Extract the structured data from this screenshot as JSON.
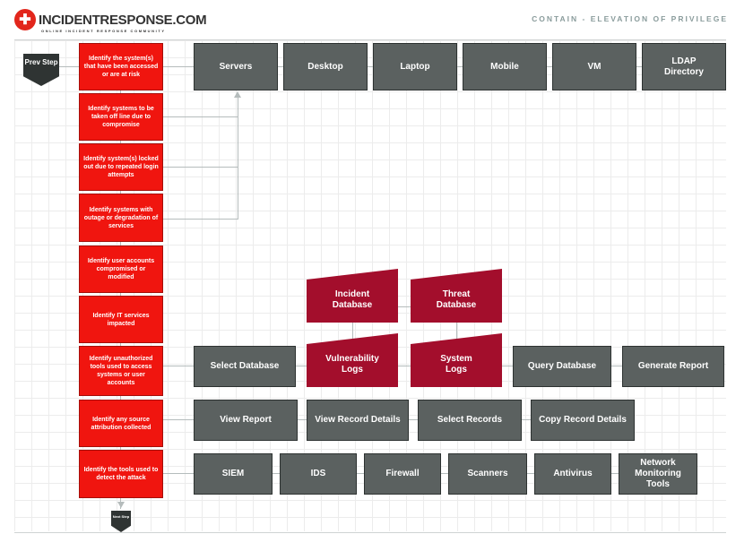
{
  "header": {
    "logo_mark": "✚",
    "logo_name": "INCIDENTRESPONSE.COM",
    "logo_tagline": "ONLINE INCIDENT RESPONSE COMMUNITY",
    "title": "CONTAIN - ELEVATION OF PRIVILEGE"
  },
  "nav": {
    "prev": "Prev Step",
    "next": "Next Step"
  },
  "steps": [
    "Identify the system(s) that have been accessed or are at risk",
    "Identify systems to be taken off line due to compromise",
    "Identify system(s) locked out due to repeated login attempts",
    "Identify  systems with outage or degradation of services",
    "Identify user accounts compromised or modified",
    "Identify IT services impacted",
    "Identify unauthorized tools used to access systems or user accounts",
    "Identify any source attribution collected",
    "Identify the tools used to detect the attack"
  ],
  "systems": [
    "Servers",
    "Desktop",
    "Laptop",
    "Mobile",
    "VM",
    "LDAP Directory"
  ],
  "databases": [
    "Incident Database",
    "Threat Database",
    "Vulnerability Logs",
    "System Logs"
  ],
  "db_actions": [
    "Select Database",
    "Query Database",
    "Generate Report"
  ],
  "report_actions": [
    "View Report",
    "View Record Details",
    "Select Records",
    "Copy Record Details"
  ],
  "tools": [
    "SIEM",
    "IDS",
    "Firewall",
    "Scanners",
    "Antivirus",
    "Network Monitoring Tools"
  ],
  "colors": {
    "red": "#f0150f",
    "gray": "#5b6160",
    "db": "#a30e2c"
  }
}
